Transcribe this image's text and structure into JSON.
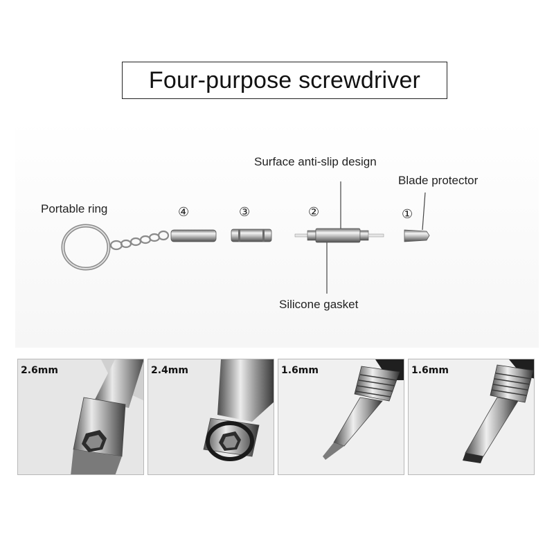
{
  "title": "Four-purpose screwdriver",
  "callouts": {
    "portable_ring": "Portable ring",
    "surface_anti_slip": "Surface anti-slip design",
    "blade_protector": "Blade protector",
    "silicone_gasket": "Silicone gasket"
  },
  "part_numbers": [
    "④",
    "③",
    "②",
    "①"
  ],
  "photos": [
    {
      "size": "2.6mm"
    },
    {
      "size": "2.4mm"
    },
    {
      "size": "1.6mm"
    },
    {
      "size": "1.6mm"
    }
  ]
}
